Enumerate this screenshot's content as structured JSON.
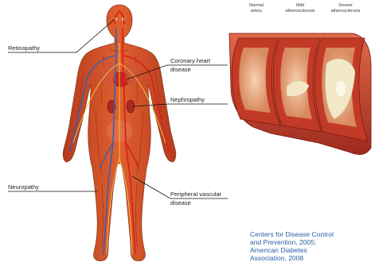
{
  "body_labels": {
    "retinopathy": "Retinopathy",
    "coronary_heart_disease": [
      "Coronary heart",
      "disease"
    ],
    "nephropathy": "Nephropathy",
    "neuropathy": "Neuropathy",
    "peripheral_vascular_disease": [
      "Peripheral vascular",
      "disease"
    ]
  },
  "artery_panel": {
    "headers": [
      [
        "Normal",
        "artery"
      ],
      [
        "Mild",
        "atherosclerosis"
      ],
      [
        "Severe",
        "atherosclerosis"
      ]
    ]
  },
  "citation": {
    "lines": [
      "Centers for Disease Control",
      "and Prevention, 2005;",
      "American Diabetes",
      "Association, 2008"
    ]
  },
  "colors": {
    "muscle": "#d9502a",
    "muscle_dark": "#a52a18",
    "skin_outline": "#8a3a1a",
    "vein": "#3a5fb0",
    "artery": "#d81e1e",
    "artery_wall": "#b8322a",
    "plaque": "#f2e8c8",
    "citation": "#2a5fa5"
  }
}
